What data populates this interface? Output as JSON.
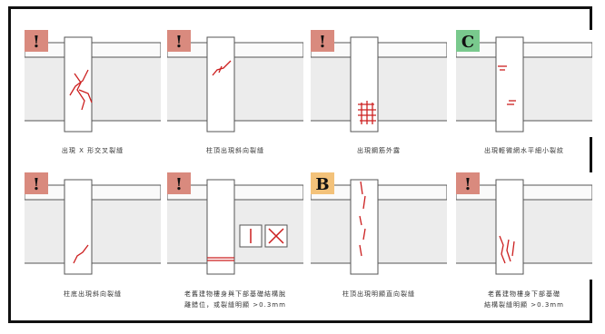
{
  "panels": [
    {
      "badge": "!",
      "badge_color": "#d98a7e",
      "caption": "出現 X 形交叉裂縫"
    },
    {
      "badge": "!",
      "badge_color": "#d98a7e",
      "caption": "柱頂出現斜向裂縫"
    },
    {
      "badge": "!",
      "badge_color": "#d98a7e",
      "caption": "出現鋼筋外露"
    },
    {
      "badge": "C",
      "badge_color": "#79c98d",
      "caption": "出現輕微網水平細小裂紋"
    },
    {
      "badge": "!",
      "badge_color": "#d98a7e",
      "caption": "柱底出現斜向裂縫"
    },
    {
      "badge": "!",
      "badge_color": "#d98a7e",
      "caption": "老舊建物樓身與下部基礎結構脫",
      "caption2": "離錯位，或裂縫明顯 >0.3mm"
    },
    {
      "badge": "B",
      "badge_color": "#f3c27a",
      "caption": "柱頂出現明顯直向裂縫"
    },
    {
      "badge": "!",
      "badge_color": "#d98a7e",
      "caption": "老舊建物樓身下部基礎",
      "caption2": "結構裂縫明顯 >0.3mm"
    }
  ],
  "colors": {
    "crack": "#cc1f1f",
    "wall": "#ececec",
    "column": "#ffffff",
    "line": "#555555"
  }
}
